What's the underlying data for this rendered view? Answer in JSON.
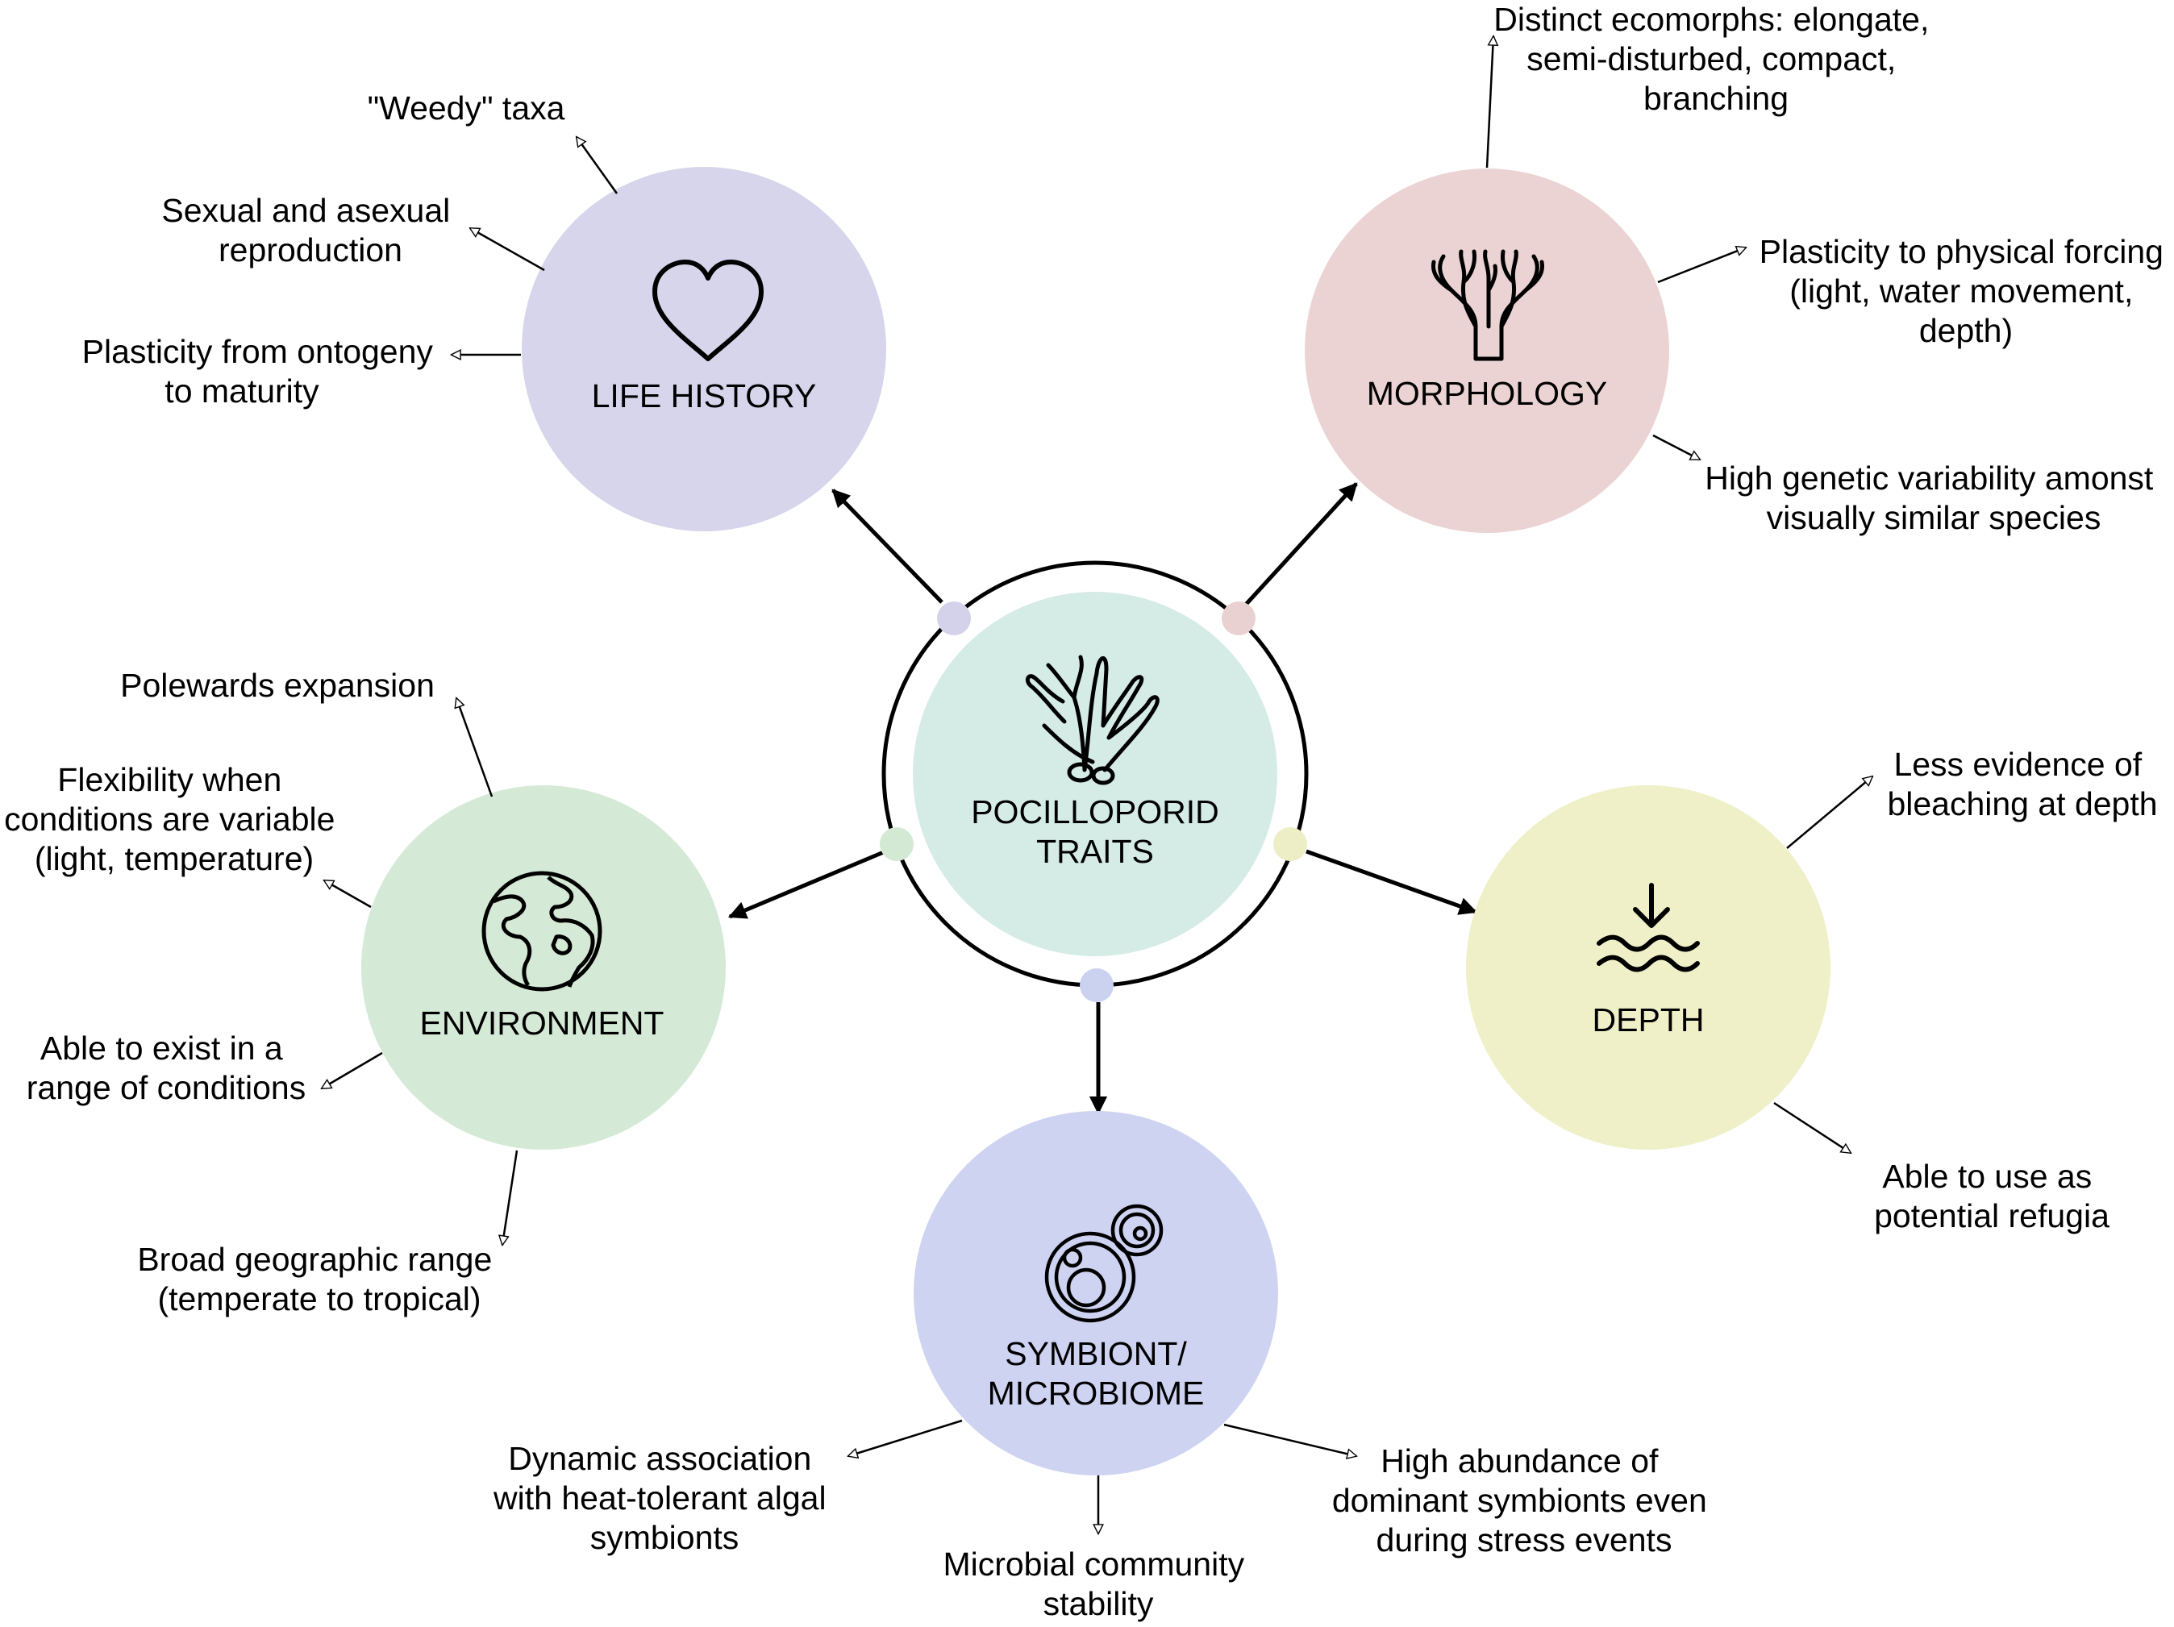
{
  "center": {
    "title_lines": [
      "POCILLOPORID",
      "TRAITS"
    ],
    "icon": "coral-icon",
    "fill": "#d4ebe6"
  },
  "nodes": {
    "life_history": {
      "title_lines": [
        "LIFE HISTORY"
      ],
      "icon": "heart-icon",
      "fill": "#d6d5eb",
      "dot": "#d3d2ea",
      "traits": [
        {
          "lines": [
            "\"Weedy\" taxa"
          ]
        },
        {
          "lines": [
            "Sexual and asexual",
            "reproduction"
          ]
        },
        {
          "lines": [
            "Plasticity from ontogeny",
            "to maturity"
          ]
        }
      ]
    },
    "morphology": {
      "title_lines": [
        "MORPHOLOGY"
      ],
      "icon": "branching-coral-icon",
      "fill": "#ecd3d3",
      "dot": "#ead1d1",
      "traits": [
        {
          "lines": [
            "Distinct ecomorphs: elongate,",
            "semi-disturbed, compact,",
            "branching"
          ]
        },
        {
          "lines": [
            "Plasticity to physical forcing",
            "(light, water movement,",
            "depth)"
          ]
        },
        {
          "lines": [
            "High genetic variability amonst",
            "visually similar species"
          ]
        }
      ]
    },
    "environment": {
      "title_lines": [
        "ENVIRONMENT"
      ],
      "icon": "globe-icon",
      "fill": "#d5ead6",
      "dot": "#d3e9d4",
      "traits": [
        {
          "lines": [
            "Polewards expansion"
          ]
        },
        {
          "lines": [
            "Flexibility when",
            "conditions are variable",
            "(light, temperature)"
          ]
        },
        {
          "lines": [
            "Able to exist in a",
            "range of conditions"
          ]
        },
        {
          "lines": [
            "Broad geographic range",
            "(temperate to tropical)"
          ]
        }
      ]
    },
    "depth": {
      "title_lines": [
        "DEPTH"
      ],
      "icon": "depth-waves-icon",
      "fill": "#efefc8",
      "dot": "#eeeec6",
      "traits": [
        {
          "lines": [
            "Less evidence of",
            "bleaching at depth"
          ]
        },
        {
          "lines": [
            "Able to use as",
            "potential refugia"
          ]
        }
      ]
    },
    "symbiont": {
      "title_lines": [
        "SYMBIONT/",
        "MICROBIOME"
      ],
      "icon": "cells-icon",
      "fill": "#cdd3f1",
      "dot": "#cbd2f0",
      "traits": [
        {
          "lines": [
            "Dynamic association",
            "with heat-tolerant algal",
            "symbionts"
          ]
        },
        {
          "lines": [
            "Microbial community",
            "stability"
          ]
        },
        {
          "lines": [
            "High abundance of",
            "dominant symbionts even",
            "during stress events"
          ]
        }
      ]
    }
  }
}
